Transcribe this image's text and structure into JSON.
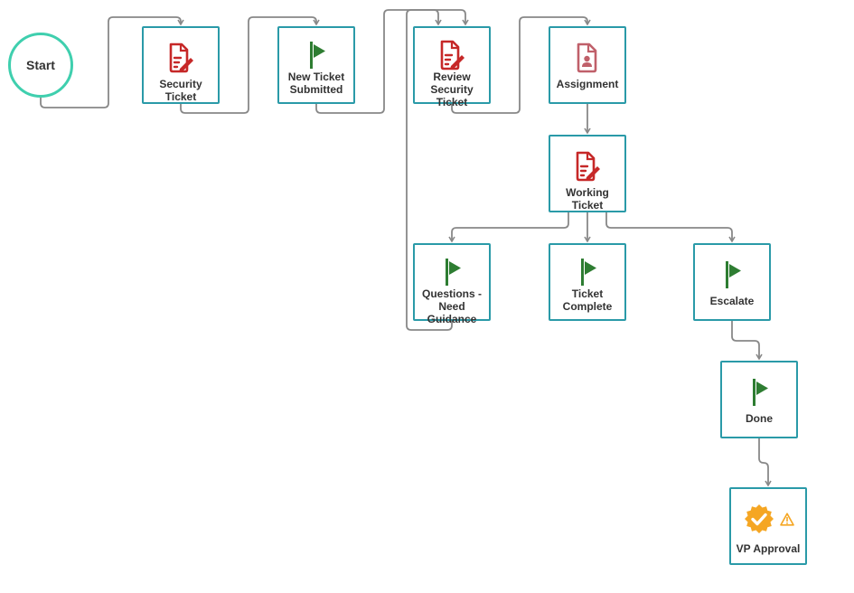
{
  "diagram": {
    "start": {
      "label": "Start"
    },
    "nodes": [
      {
        "id": "security-ticket",
        "label": "Security Ticket",
        "icon": "document-edit-icon",
        "color": "#c62828"
      },
      {
        "id": "new-ticket-submitted",
        "label": "New Ticket\nSubmitted",
        "icon": "flag-icon",
        "color": "#2e7d32"
      },
      {
        "id": "review-security-ticket",
        "label": "Review\nSecurity Ticket",
        "icon": "document-edit-icon",
        "color": "#c62828"
      },
      {
        "id": "assignment",
        "label": "Assignment",
        "icon": "document-user-icon",
        "color": "#c0606a"
      },
      {
        "id": "working-ticket",
        "label": "Working Ticket",
        "icon": "document-edit-icon",
        "color": "#c62828"
      },
      {
        "id": "questions-need-guidance",
        "label": "Questions -\nNeed Guidance",
        "icon": "flag-icon",
        "color": "#2e7d32"
      },
      {
        "id": "ticket-complete",
        "label": "Ticket\nComplete",
        "icon": "flag-icon",
        "color": "#2e7d32"
      },
      {
        "id": "escalate",
        "label": "Escalate",
        "icon": "flag-icon",
        "color": "#2e7d32"
      },
      {
        "id": "done",
        "label": "Done",
        "icon": "flag-icon",
        "color": "#2e7d32"
      },
      {
        "id": "vp-approval",
        "label": "VP Approval",
        "icon": "approval-badge-icon",
        "color": "#f5a623",
        "warning": "warning-icon"
      }
    ],
    "edges": [
      {
        "from": "start",
        "to": "security-ticket"
      },
      {
        "from": "security-ticket",
        "to": "new-ticket-submitted"
      },
      {
        "from": "new-ticket-submitted",
        "to": "review-security-ticket"
      },
      {
        "from": "questions-need-guidance",
        "to": "review-security-ticket"
      },
      {
        "from": "review-security-ticket",
        "to": "assignment"
      },
      {
        "from": "assignment",
        "to": "working-ticket"
      },
      {
        "from": "working-ticket",
        "to": "questions-need-guidance"
      },
      {
        "from": "working-ticket",
        "to": "ticket-complete"
      },
      {
        "from": "working-ticket",
        "to": "escalate"
      },
      {
        "from": "escalate",
        "to": "done"
      },
      {
        "from": "done",
        "to": "vp-approval"
      }
    ],
    "colors": {
      "border": "#2a9aa8",
      "start_border": "#3fcfae",
      "connector": "#888888"
    }
  }
}
